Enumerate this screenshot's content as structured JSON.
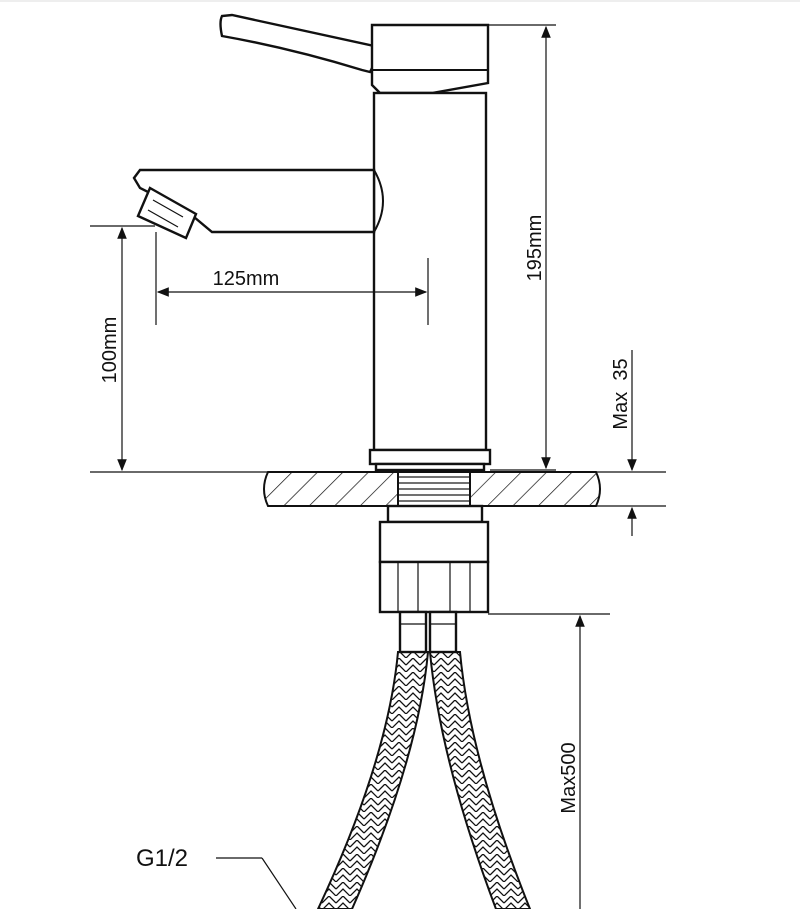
{
  "dimensions": {
    "height_total": "195mm",
    "spout_reach": "125mm",
    "spout_height": "100mm",
    "max_deck_thickness": "Max  35",
    "max_hose_length": "Max500"
  },
  "labels": {
    "thread": "G1/2"
  },
  "colors": {
    "line": "#111111",
    "background": "#ffffff"
  }
}
